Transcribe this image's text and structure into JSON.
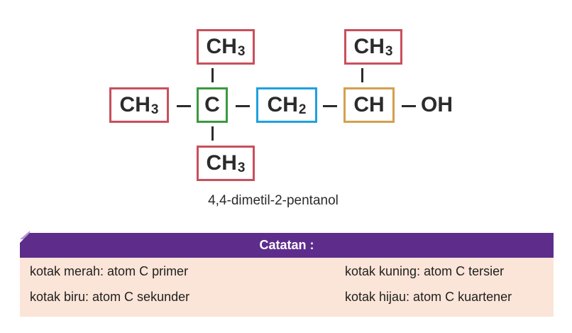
{
  "molecule": {
    "top_left": "CH3",
    "top_right": "CH3",
    "left": "CH3",
    "center_c": "C",
    "ch2": "CH2",
    "ch": "CH",
    "bottom": "CH3",
    "oh": "OH",
    "name": "4,4-dimetil-2-pentanol"
  },
  "colors": {
    "red": "#c94f5c",
    "green": "#3a9a3f",
    "blue": "#1ea1df",
    "yellow": "#d4a04e",
    "header": "#5e2d8c",
    "panel": "#fbe5d8"
  },
  "notes": {
    "title": "Catatan :",
    "items": [
      "kotak merah: atom C primer",
      "kotak kuning: atom C tersier",
      "kotak biru: atom C sekunder",
      "kotak hijau: atom C kuartener"
    ]
  }
}
